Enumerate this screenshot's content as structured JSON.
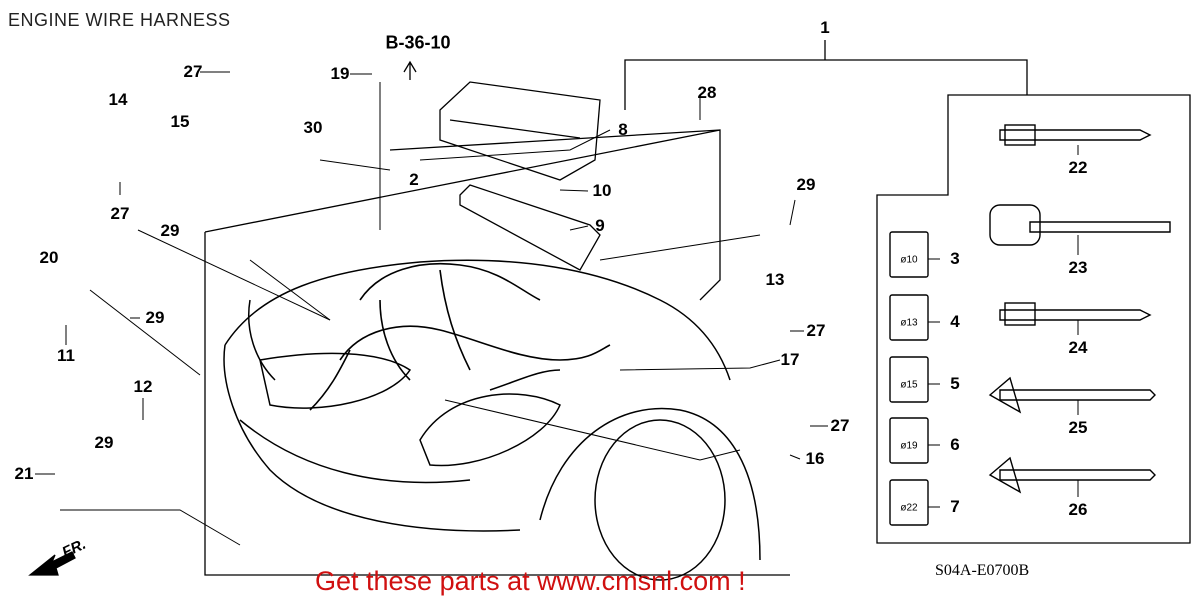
{
  "title": "ENGINE WIRE HARNESS",
  "reference": "B-36-10",
  "callouts": [
    "1",
    "8",
    "28",
    "10",
    "9",
    "29",
    "13",
    "27",
    "17",
    "27",
    "16",
    "22",
    "23",
    "24",
    "25",
    "26",
    "3",
    "4",
    "5",
    "6",
    "7",
    "19",
    "27",
    "14",
    "15",
    "27",
    "30",
    "2",
    "29",
    "20",
    "29",
    "11",
    "12",
    "29",
    "21"
  ],
  "clip_sizes": [
    "ø10",
    "ø13",
    "ø15",
    "ø19",
    "ø22"
  ],
  "front_label": "FR.",
  "diagram_code": "S04A-E0700B",
  "promo_text": "Get these parts at www.cmsnl.com !"
}
